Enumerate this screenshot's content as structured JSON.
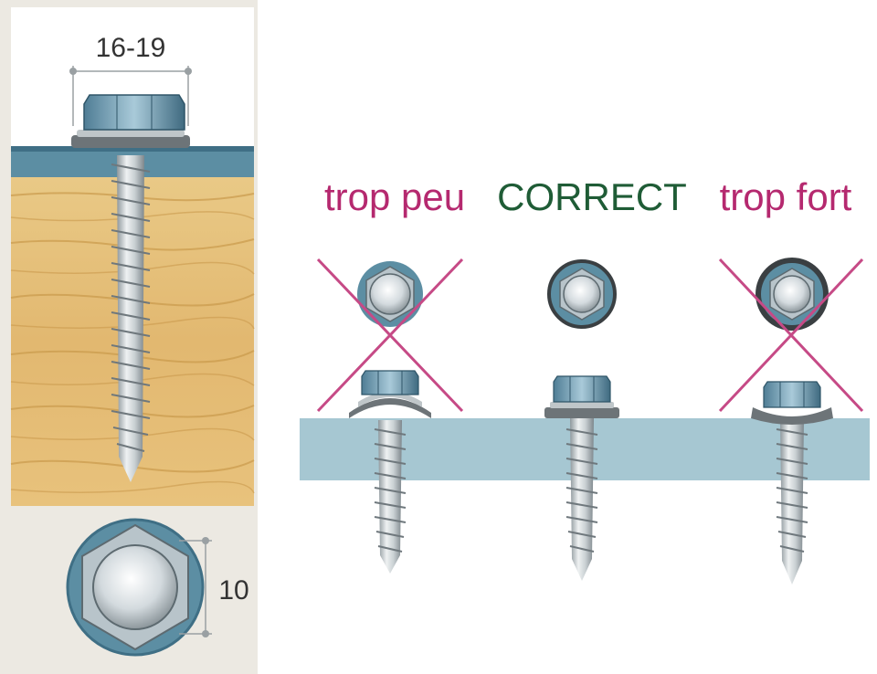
{
  "left_panel": {
    "width_dimension": "16-19",
    "diameter_dimension": "10"
  },
  "labels": {
    "too_little": "trop peu",
    "correct": "CORRECT",
    "too_much": "trop fort"
  },
  "colors": {
    "wrong": "#b5296f",
    "correct": "#1f5c36",
    "panel_bg": "#ece9e2",
    "metal_sheet": "#a6c7d2",
    "wood": "#e6c07c",
    "cross": "#c64a86"
  },
  "states": [
    {
      "name": "too_little",
      "marked_wrong": true
    },
    {
      "name": "correct",
      "marked_wrong": false
    },
    {
      "name": "too_much",
      "marked_wrong": true
    }
  ]
}
